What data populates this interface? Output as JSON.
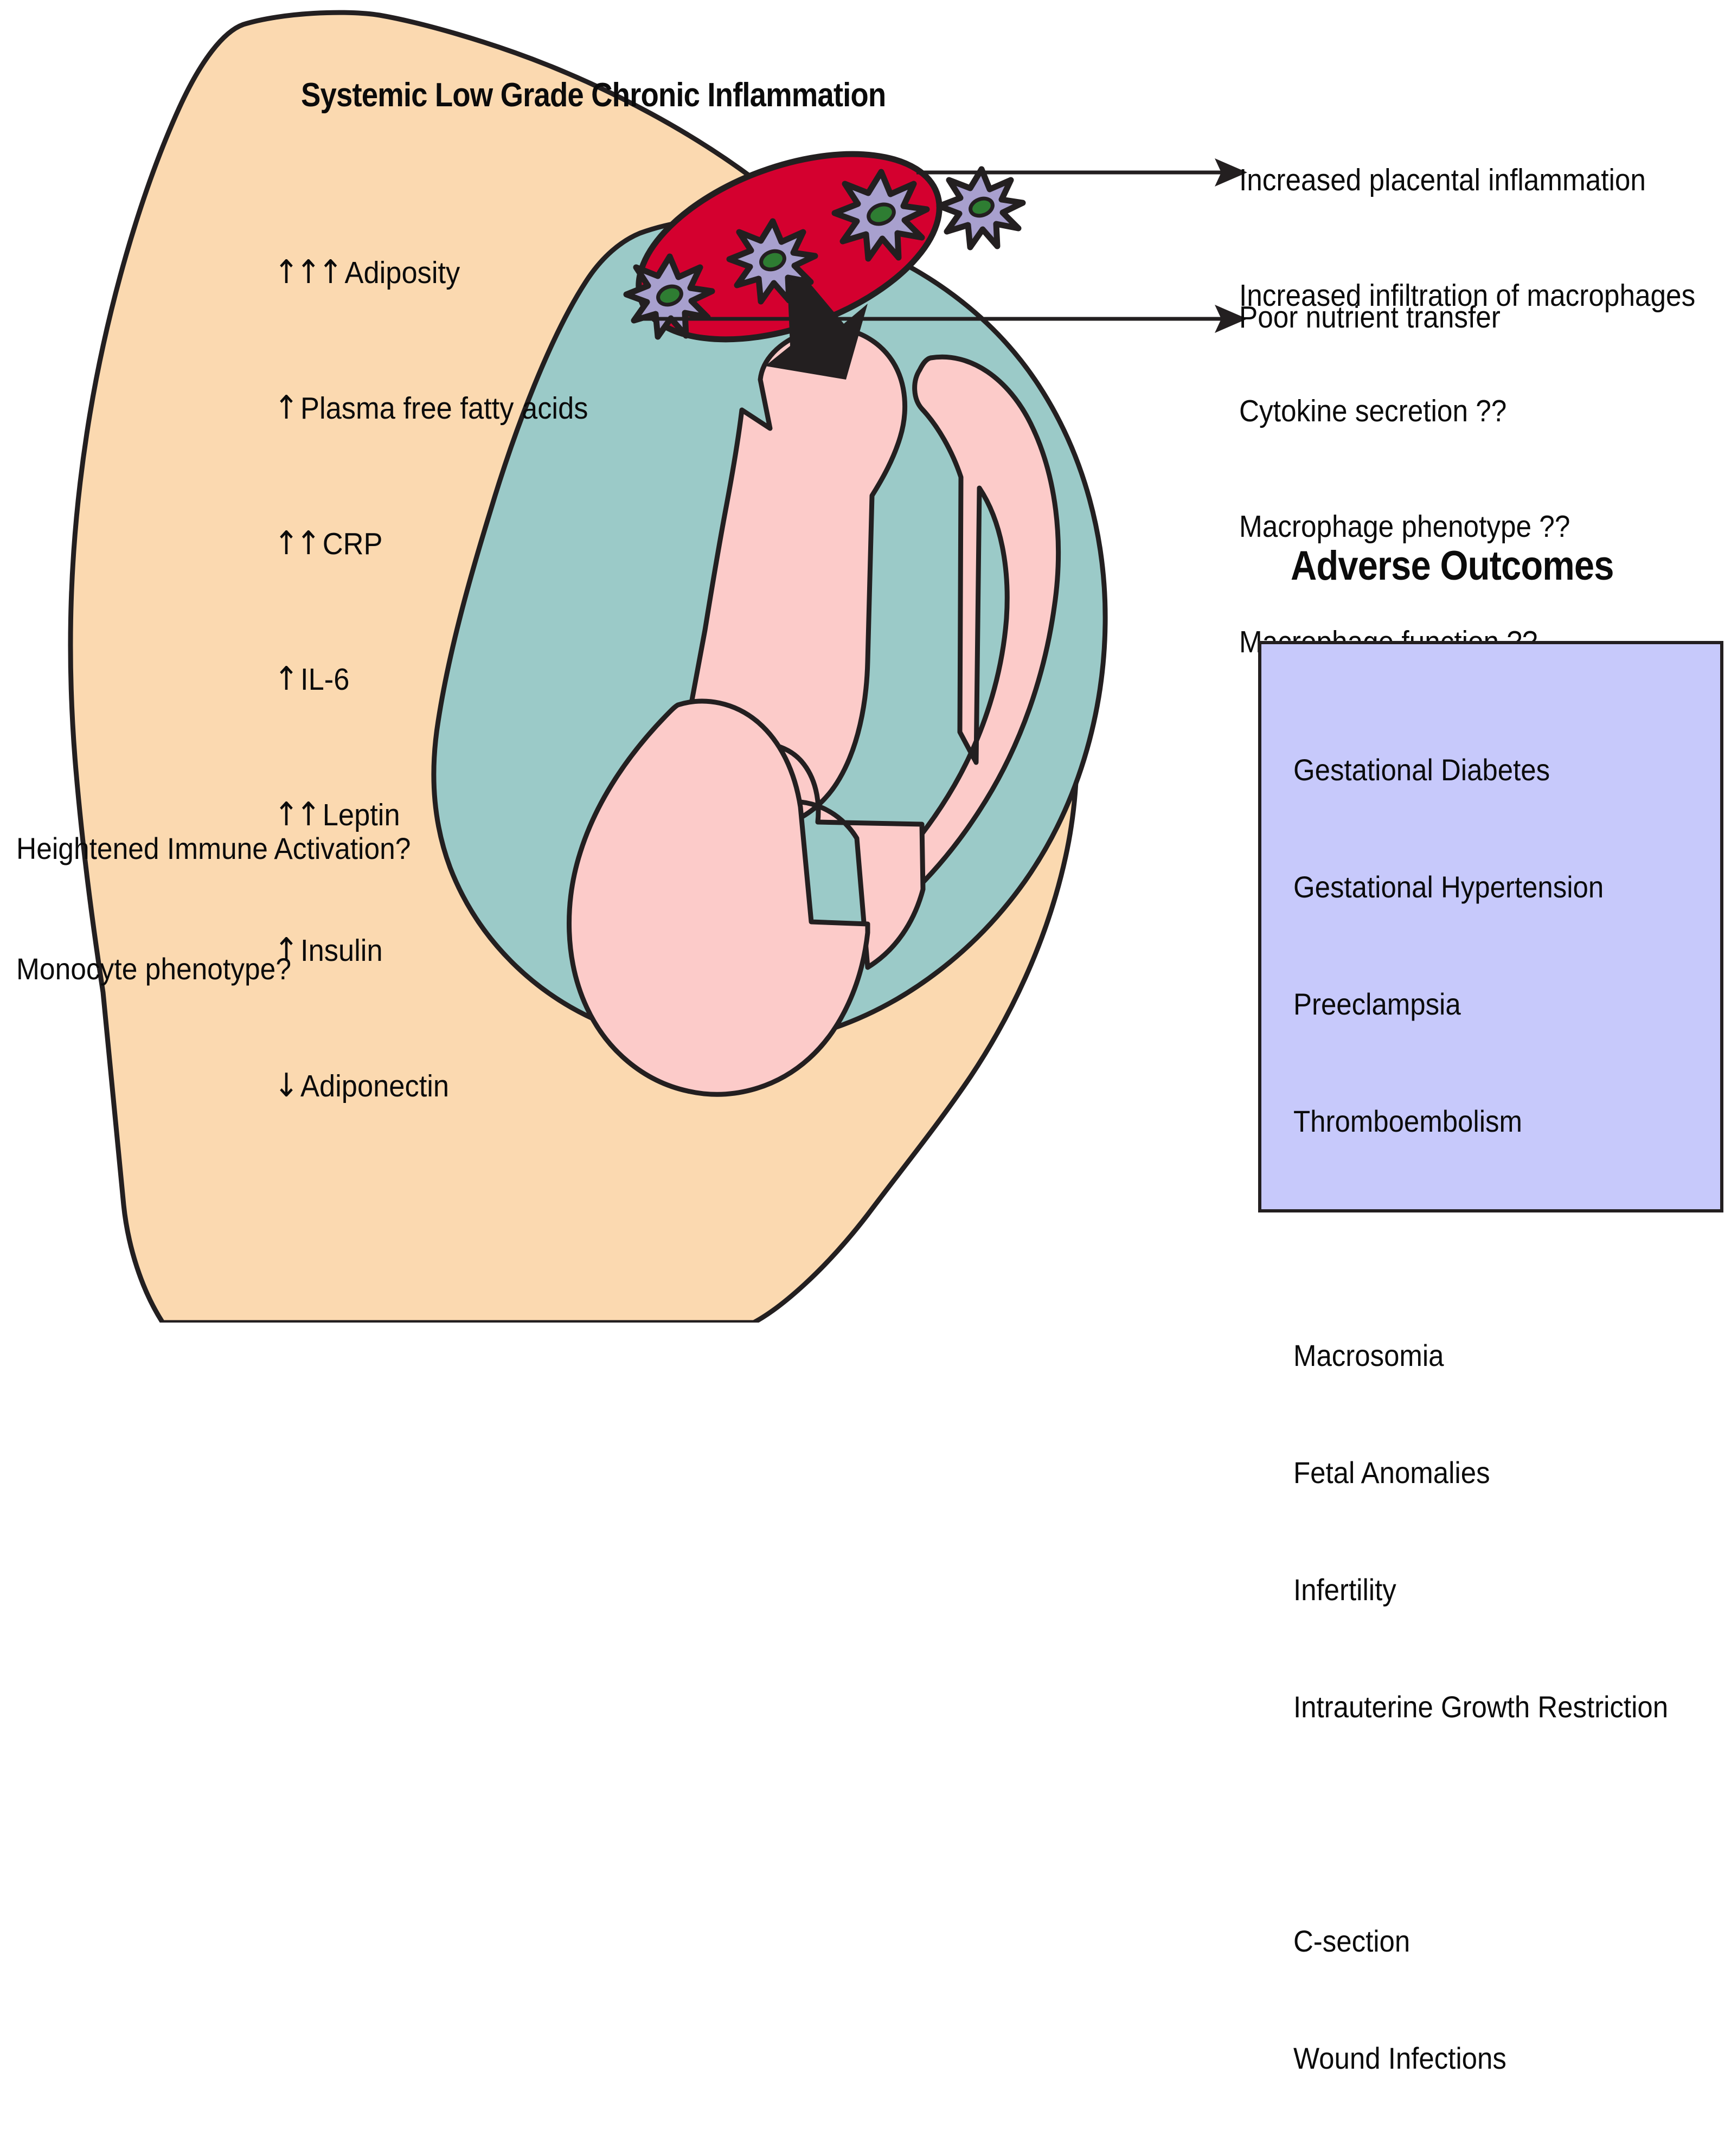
{
  "figure": {
    "title": "Systemic Low Grade Chronic Inflammation",
    "domain_note": "maternal obesity pregnancy inflammation schematic"
  },
  "colors": {
    "maternal_body": "#fbd9b0",
    "amniotic_fluid": "#9bcac8",
    "fetus": "#fccbc9",
    "placenta": "#d4002f",
    "macrophage_body": "#a8a0ce",
    "macrophage_nucleus": "#2e7d32",
    "outcomes_box_fill": "#c7c9fb",
    "outline": "#231f20",
    "background": "#ffffff"
  },
  "markers": {
    "heading": "Systemic Low Grade Chronic Inflammation",
    "items": [
      {
        "arrows": "↑↑↑",
        "direction": "up",
        "count": 3,
        "label": "Adiposity"
      },
      {
        "arrows": "↑",
        "direction": "up",
        "count": 1,
        "label": "Plasma free fatty acids"
      },
      {
        "arrows": "↑↑",
        "direction": "up",
        "count": 2,
        "label": "CRP"
      },
      {
        "arrows": "↑",
        "direction": "up",
        "count": 1,
        "label": "IL-6"
      },
      {
        "arrows": "↑↑",
        "direction": "up",
        "count": 2,
        "label": "Leptin"
      },
      {
        "arrows": "↑",
        "direction": "up",
        "count": 1,
        "label": "Insulin"
      },
      {
        "arrows": "↓",
        "direction": "down",
        "count": 1,
        "label": "Adiponectin"
      }
    ]
  },
  "immune_questions": {
    "line1": "Heightened Immune Activation?",
    "line2": "Monocyte phenotype?"
  },
  "placental_effects": {
    "line1": "Increased placental inflammation",
    "line2": "Increased infiltration of macrophages",
    "line3": "Cytokine secretion ??",
    "line4": "Macrophage phenotype ??",
    "line5": "Macrophage function ??"
  },
  "nutrient_transfer": {
    "label": "Poor nutrient transfer"
  },
  "adverse_outcomes": {
    "title": "Adverse Outcomes",
    "group1": [
      "Gestational Diabetes",
      "Gestational Hypertension",
      "Preeclampsia",
      "Thromboembolism"
    ],
    "group2": [
      "Macrosomia",
      "Fetal Anomalies",
      "Infertility",
      "Intrauterine Growth Restriction"
    ],
    "group3": [
      "C-section",
      "Wound Infections"
    ]
  },
  "illustration": {
    "maternal_silhouette": "pregnant-woman-abdomen-cross-section",
    "placenta_label": "placenta",
    "macrophage_count": 4,
    "transfer_arrow": "placenta-to-fetus-arrow",
    "fetus_label": "fetus"
  }
}
